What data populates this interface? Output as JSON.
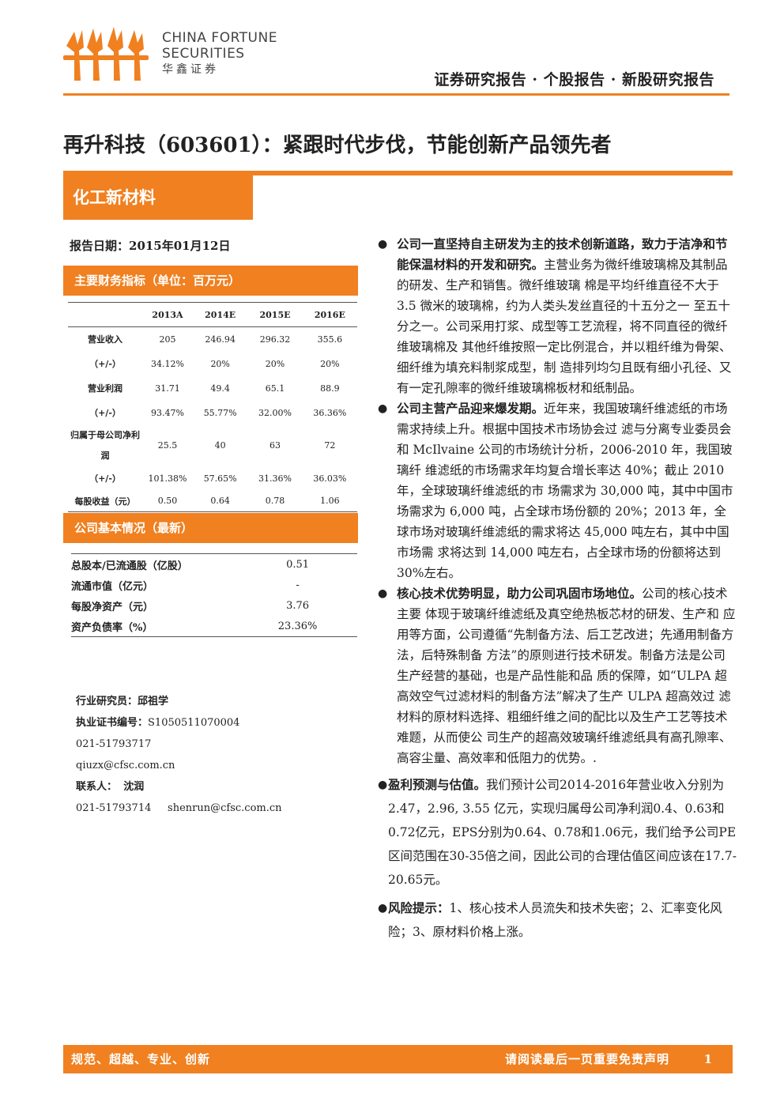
{
  "header": {
    "brand_en1": "CHINA FORTUNE",
    "brand_en2": "SECURITIES",
    "brand_cn": "华鑫证券",
    "report_type": "证券研究报告 · 个股报告 · 新股研究报告"
  },
  "title": "再升科技（603601）：紧跟时代步伐，节能创新产品领先者",
  "industry": "化工新材料",
  "report_date": "报告日期：2015年01月12日",
  "financials": {
    "heading": "主要财务指标（单位：百万元）",
    "columns": [
      "2013A",
      "2014E",
      "2015E",
      "2016E"
    ],
    "rows": [
      {
        "label": "营业收入",
        "values": [
          "205",
          "246.94",
          "296.32",
          "355.6"
        ]
      },
      {
        "label": "（+/-）",
        "values": [
          "34.12%",
          "20%",
          "20%",
          "20%"
        ]
      },
      {
        "label": "营业利润",
        "values": [
          "31.71",
          "49.4",
          "65.1",
          "88.9"
        ]
      },
      {
        "label": "（+/-）",
        "values": [
          "93.47%",
          "55.77%",
          "32.00%",
          "36.36%"
        ]
      },
      {
        "label": "归属于母公司净利润",
        "values": [
          "25.5",
          "40",
          "63",
          "72"
        ]
      },
      {
        "label": "（+/-）",
        "values": [
          "101.38%",
          "57.65%",
          "31.36%",
          "36.03%"
        ]
      },
      {
        "label": "每股收益（元）",
        "values": [
          "0.50",
          "0.64",
          "0.78",
          "1.06"
        ]
      }
    ]
  },
  "company_info": {
    "heading": "公司基本情况（最新）",
    "rows": [
      {
        "label": "总股本/已流通股（亿股）",
        "value": "0.51"
      },
      {
        "label": "流通市值（亿元）",
        "value": "-"
      },
      {
        "label": "每股净资产（元）",
        "value": "3.76"
      },
      {
        "label": "资产负债率（%）",
        "value": "23.36%"
      }
    ]
  },
  "analyst": {
    "researcher_label": "行业研究员：",
    "researcher": "邱祖学",
    "cert_label": "执业证书编号：",
    "cert": "S1050511070004",
    "phone": "021-51793717",
    "email": "qiuzx@cfsc.com.cn",
    "contact_label": "联系人：",
    "contact": "沈润",
    "contact_phone": "021-51793714",
    "contact_email": "shenrun@cfsc.com.cn"
  },
  "bullets": [
    {
      "head": "公司一直坚持自主研发为主的技术创新道路，致力于洁净和节能保温材料的开发和研究。",
      "body": "主营业务为微纤维玻璃棉及其制品的研发、生产和销售。微纤维玻璃 棉是平均纤维直径不大于 3.5 微米的玻璃棉，约为人类头发丝直径的十五分之一 至五十分之一。公司采用打浆、成型等工艺流程，将不同直径的微纤维玻璃棉及 其他纤维按照一定比例混合，并以粗纤维为骨架、细纤维为填充料制浆成型，制 造排列均匀且既有细小孔径、又有一定孔隙率的微纤维玻璃棉板材和纸制品。"
    },
    {
      "head": "公司主营产品迎来爆发期。",
      "body": "近年来，我国玻璃纤维滤纸的市场需求持续上升。根据中国技术市场协会过 滤与分离专业委员会和 McIlvaine 公司的市场统计分析，2006-2010 年，我国玻璃纤 维滤纸的市场需求年均复合增长率达 40%；截止 2010 年，全球玻璃纤维滤纸的市 场需求为 30,000 吨，其中中国市场需求为 6,000 吨，占全球市场份额的 20%；2013 年，全球市场对玻璃纤维滤纸的需求将达 45,000 吨左右，其中中国市场需 求将达到 14,000 吨左右，占全球市场的份额将达到 30%左右。"
    },
    {
      "head": "核心技术优势明显，助力公司巩固市场地位。",
      "body": "公司的核心技术主要 体现于玻璃纤维滤纸及真空绝热板芯材的研发、生产和 应用等方面，公司遵循“先制备方法、后工艺改进；先通用制备方法，后特殊制备 方法”的原则进行技术研发。制备方法是公司生产经营的基础，也是产品性能和品 质的保障，如“ULPA 超高效空气过滤材料的制备方法”解决了生产 ULPA 超高效过 滤材料的原材料选择、粗细纤维之间的配比以及生产工艺等技术难题，从而使公 司生产的超高效玻璃纤维滤纸具有高孔隙率、高容尘量、高效率和低阻力的优势。."
    },
    {
      "head": "盈利预测与估值。",
      "body": "我们预计公司2014-2016年营业收入分别为2.47，2.96, 3.55 亿元，实现归属母公司净利润0.4、0.63和0.72亿元，EPS分别为0.64、0.78和1.06元，我们给予公司PE区间范围在30-35倍之间，因此公司的合理估值区间应该在17.7-20.65元。"
    },
    {
      "head": "风险提示：",
      "body": "1、核心技术人员流失和技术失密；2、汇率变化风险；3、原材料价格上涨。"
    }
  ],
  "footer": {
    "left": "规范、超越、专业、创新",
    "right": "请阅读最后一页重要免责声明",
    "page": "1"
  },
  "colors": {
    "accent": "#F08020"
  }
}
